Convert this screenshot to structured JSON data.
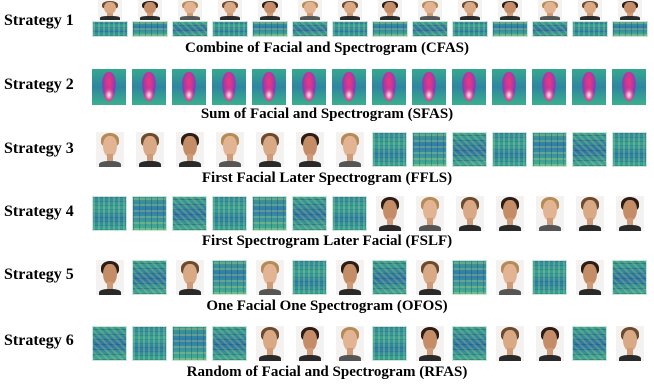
{
  "strategies": [
    {
      "label": "Strategy 1",
      "caption": "Combine of Facial and Spectrogram (CFAS)",
      "tiles": [
        "cfas"
      ]
    },
    {
      "label": "Strategy 2",
      "caption": "Sum of Facial and Spectrogram (SFAS)",
      "tiles": [
        "sum"
      ]
    },
    {
      "label": "Strategy 3",
      "caption": "First Facial Later Spectrogram (FFLS)",
      "tiles": [
        "face",
        "face",
        "face",
        "face",
        "face",
        "face",
        "face",
        "spec",
        "spec",
        "spec",
        "spec",
        "spec",
        "spec",
        "spec"
      ]
    },
    {
      "label": "Strategy 4",
      "caption": "First Spectrogram Later Facial (FSLF)",
      "tiles": [
        "spec",
        "spec",
        "spec",
        "spec",
        "spec",
        "spec",
        "spec",
        "face",
        "face",
        "face",
        "face",
        "face",
        "face",
        "face"
      ]
    },
    {
      "label": "Strategy 5",
      "caption": "One Facial One Spectrogram (OFOS)",
      "tiles": [
        "face",
        "spec",
        "face",
        "spec",
        "face",
        "spec",
        "face",
        "spec",
        "face",
        "spec",
        "face",
        "spec",
        "face",
        "spec"
      ]
    },
    {
      "label": "Strategy 6",
      "caption": "Random of Facial and Spectrogram (RFAS)",
      "tiles": [
        "spec",
        "spec",
        "spec",
        "spec",
        "face",
        "face",
        "face",
        "spec",
        "face",
        "spec",
        "face",
        "face",
        "spec",
        "face"
      ]
    }
  ],
  "tile_icons": {
    "face": "face-thumbnail-icon",
    "spec": "spectrogram-thumbnail-icon",
    "sum": "overlay-thumbnail-icon"
  }
}
